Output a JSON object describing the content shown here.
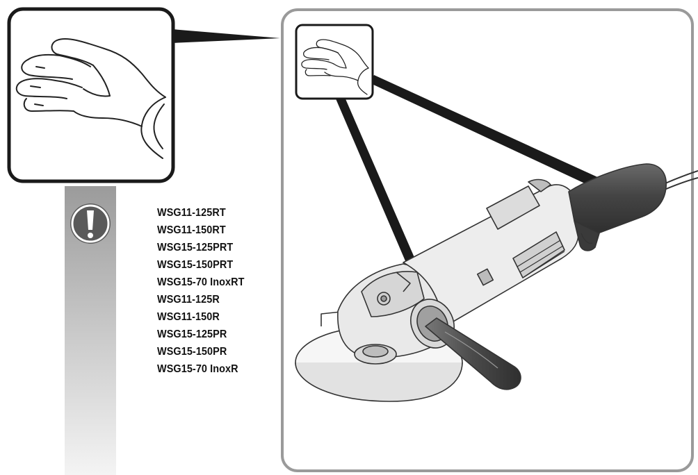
{
  "notice": {
    "icon": "exclamation-icon",
    "models": [
      "WSG11-125RT",
      "WSG11-150RT",
      "WSG15-125PRT",
      "WSG15-150PRT",
      "WSG15-70 InoxRT",
      "WSG11-125R",
      "WSG11-150R",
      "WSG15-125PR",
      "WSG15-150PR",
      "WSG15-70 InoxR"
    ]
  },
  "colors": {
    "frame": "#9a9a9a",
    "inset_border": "#1a1a1a",
    "warning_bar_top": "#9b9b9b",
    "warning_bar_bottom": "#f4f4f4",
    "warning_icon": "#555555",
    "grip_dark": "#4a4a4a",
    "body_light": "#ebebeb"
  }
}
